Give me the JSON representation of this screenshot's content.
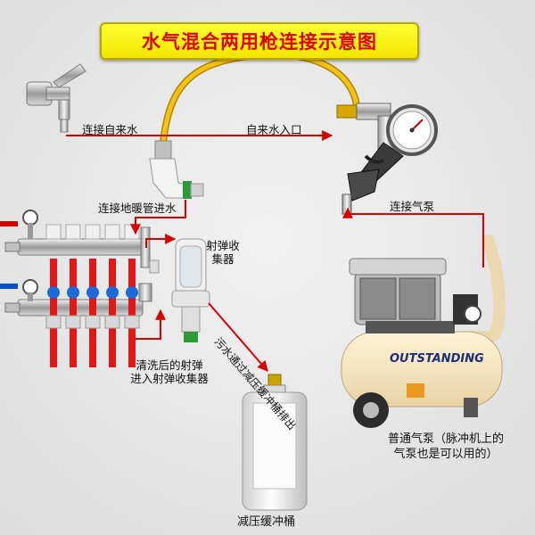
{
  "title": "水气混合两用枪连接示意图",
  "labels": {
    "connect_tap": "连接自来水",
    "tap_water_inlet": "自来水入口",
    "connect_floor_heating": "连接地暖管进水",
    "connect_air_pump": "连接气泵",
    "bullet_collector_line1": "射弹收",
    "bullet_collector_line2": "集器",
    "sewage_note": "污水通过减压缓冲桶排出",
    "cleaned_bullet_line1": "清洗后的射弹",
    "cleaned_bullet_line2": "进入射弹收集器",
    "pump_note_line1": "普通气泵（脉冲机上的",
    "pump_note_line2": "气泵也是可以用的）",
    "buffer_tank": "减压缓冲桶"
  },
  "compressor_brand": "OUTSTANDING",
  "colors": {
    "arrow": "#d60000",
    "title_text": "#e00000",
    "banner": "#f5ea00",
    "hose": "#e3b000",
    "manifold_pipe": "#e01818"
  },
  "icons": [
    "water-faucet-icon",
    "water-gas-gun-icon",
    "pressure-gauge-icon",
    "floor-heating-manifold-icon",
    "bullet-collector-icon",
    "air-compressor-icon",
    "buffer-tank-icon",
    "pipe-elbow-icon"
  ]
}
